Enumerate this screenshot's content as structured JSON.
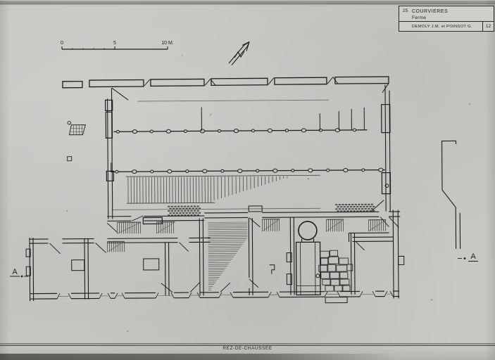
{
  "photo": {
    "paper_color": "#c9c8c5",
    "ink_color": "#1c1c1c"
  },
  "title_block": {
    "department_number": "25",
    "commune": "COURVIERES",
    "building_type": "Ferme",
    "authors": "DEMOLY J.M. et POINSOT G.",
    "sheet_number": "12"
  },
  "scale_bar": {
    "label_start": "0",
    "label_mid": "5",
    "label_end": "10 M."
  },
  "section_markers": {
    "left_label": "A",
    "right_label": "A"
  },
  "caption": {
    "floor_label": "REZ-DE-CHAUSSÉE"
  },
  "icons": {
    "north_arrow": "north-arrow-icon"
  }
}
